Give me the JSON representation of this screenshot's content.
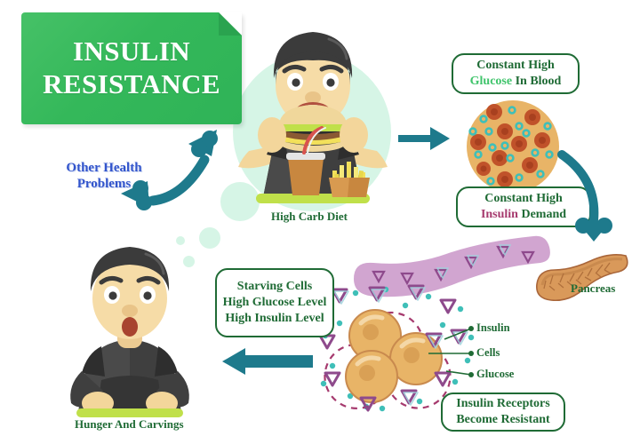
{
  "title": {
    "line1": "INSULIN",
    "line2": "RESISTANCE",
    "bg_color": "#34b85a",
    "text_color": "#ffffff"
  },
  "colors": {
    "arrow_teal": "#1e7a8c",
    "dark_green": "#1f6b35",
    "bright_green": "#3fc46b",
    "magenta": "#a63a6e",
    "blue": "#3355cc",
    "mint": "#d6f5e6",
    "cell_gold": "#e8b467",
    "insulin_purple": "#9b4f96",
    "glucose_teal": "#3fbfb8",
    "pancreas_tan": "#d9995a"
  },
  "callouts": {
    "glucose_blood": {
      "line1_pre": "Constant High",
      "line2_highlight": "Glucose",
      "line2_rest": " In Blood",
      "highlight_color": "#3fc46b"
    },
    "insulin_demand": {
      "line1": "Constant High",
      "line2_highlight": "Insulin",
      "line2_rest": " Demand",
      "highlight_color": "#a63a6e"
    },
    "starving_cells": {
      "line1": "Starving Cells",
      "line2": "High Glucose Level",
      "line3": "High Insulin Level"
    },
    "receptors_resistant": {
      "line1": "Insulin Receptors",
      "line2": "Become Resistant"
    }
  },
  "labels": {
    "high_carb_diet": "High Carb Diet",
    "hunger_cravings": "Hunger And Carvings",
    "pancreas": "Pancreas",
    "other_health_problems_line1": "Other Health",
    "other_health_problems_line2": "Problems"
  },
  "legend": {
    "items": [
      {
        "label": "Insulin"
      },
      {
        "label": "Cells"
      },
      {
        "label": "Glucose"
      }
    ]
  },
  "illustrations": {
    "eating_man": "man-eating-burger-fries-soda",
    "hungry_man": "man-holding-stomach-hungry",
    "blood_circle": "blood-vessel-with-red-cells-and-glucose",
    "pancreas_organ": "pancreas-organ",
    "cell_cluster": "three-cells-with-resistant-receptors",
    "insulin_stream": "purple-insulin-stream-ribbon"
  },
  "arrows": [
    {
      "name": "arrow-diet-to-blood",
      "direction": "right"
    },
    {
      "name": "arrow-blood-to-pancreas",
      "direction": "curve-down"
    },
    {
      "name": "arrow-cells-to-hunger",
      "direction": "left"
    },
    {
      "name": "arrow-hunger-to-diet",
      "direction": "curve-up-bidirectional"
    }
  ]
}
